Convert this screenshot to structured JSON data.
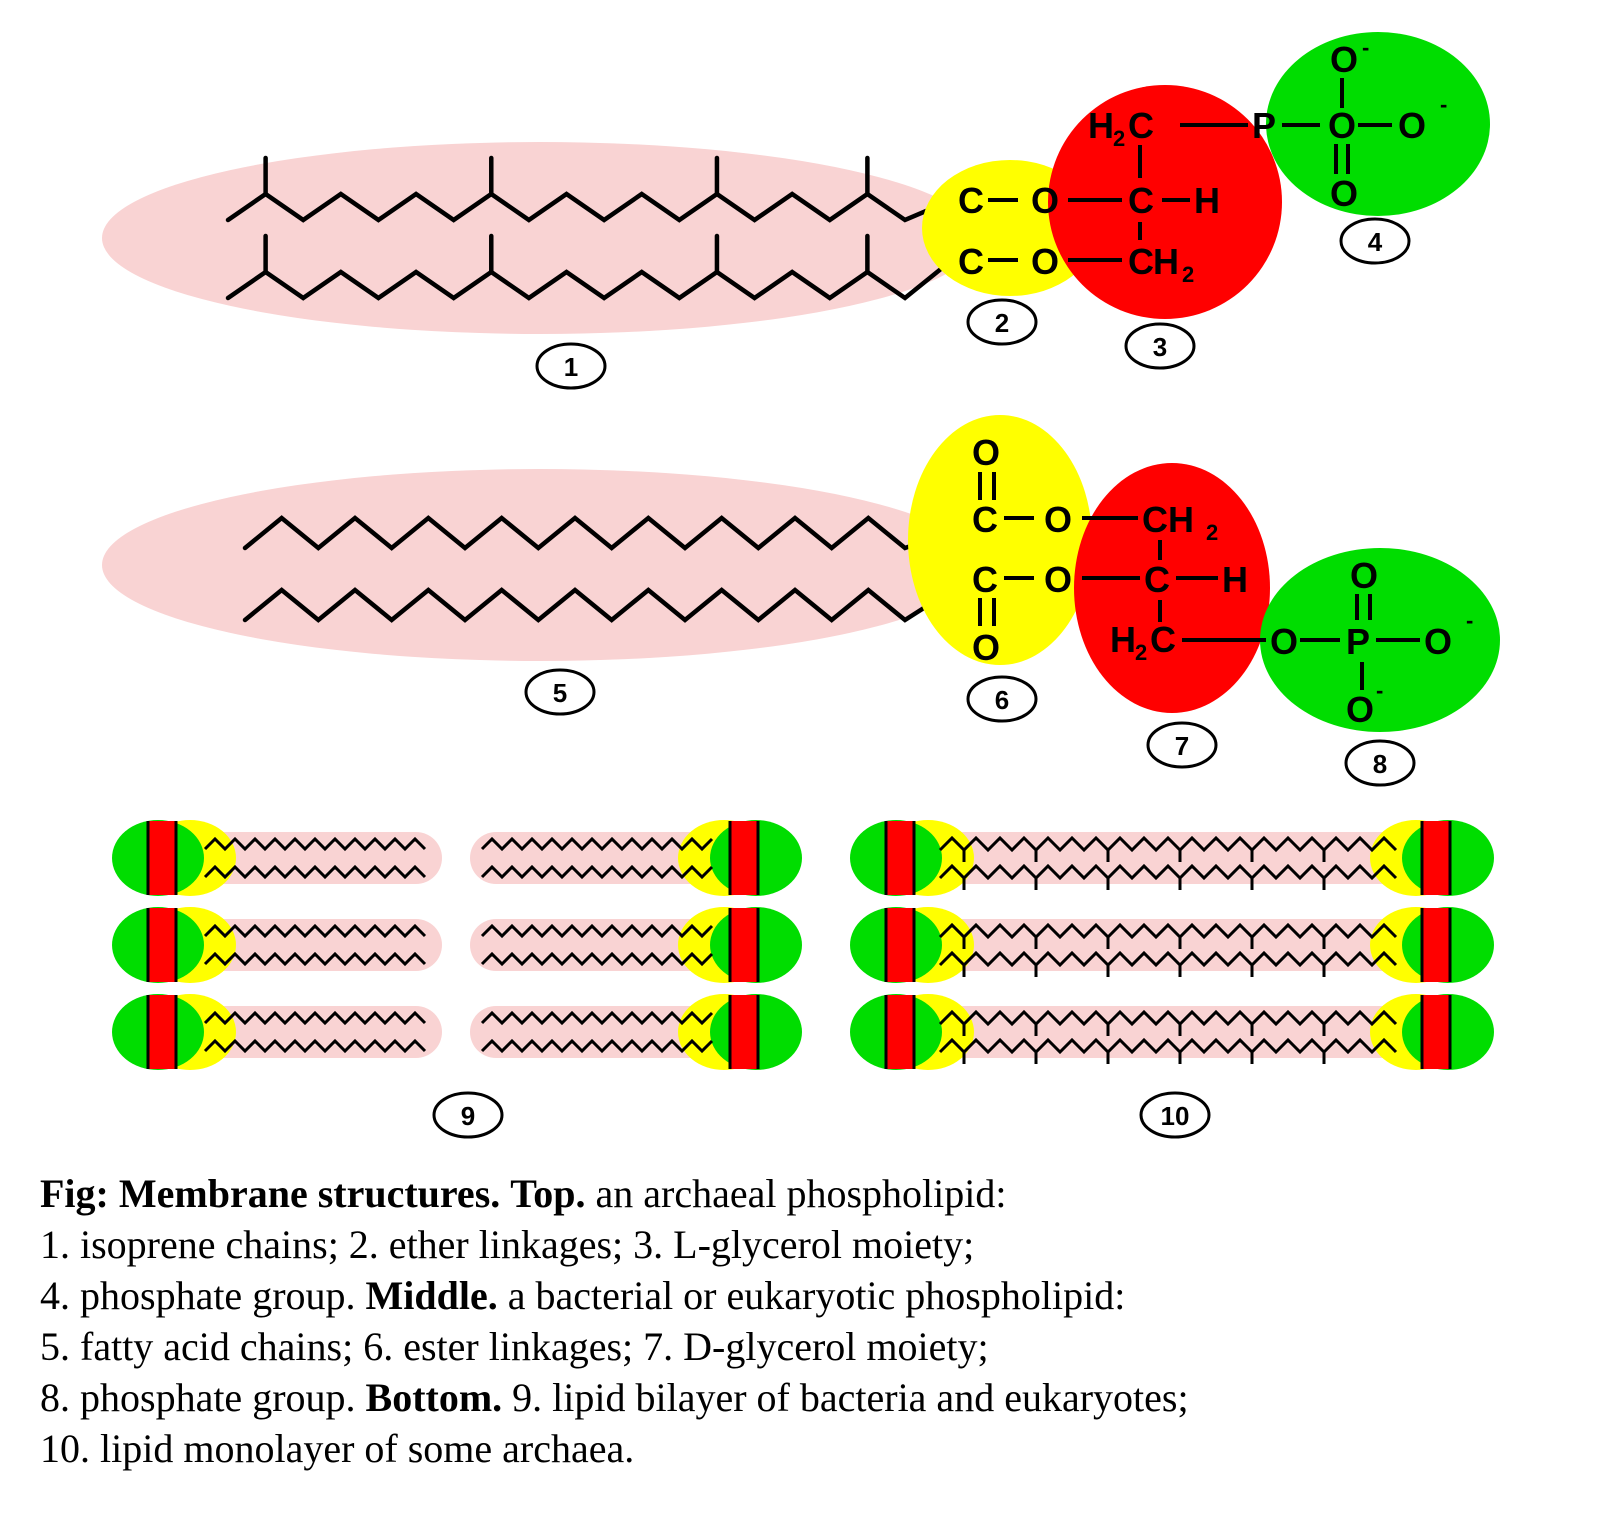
{
  "colors": {
    "tail": "#f9d3d3",
    "linkage": "#ffff00",
    "glycerol": "#ff0000",
    "phosphate": "#00dd00",
    "stroke": "#000000"
  },
  "top": {
    "ether_1": [
      "C",
      "O"
    ],
    "ether_2": [
      "C",
      "O"
    ],
    "glycerol": [
      "H",
      "C",
      "C",
      "H",
      "C",
      "H"
    ],
    "glycerol_sub": [
      "2",
      "2"
    ],
    "phosphate": [
      "O",
      "P",
      "O",
      "O",
      "O"
    ],
    "charge": [
      "-",
      "-"
    ],
    "labels": [
      "1",
      "2",
      "3",
      "4"
    ]
  },
  "middle": {
    "ester": [
      "O",
      "C",
      "O",
      "C",
      "O",
      "O"
    ],
    "glycerol": [
      "CH",
      "C",
      "H",
      "H",
      "C"
    ],
    "glycerol_sub": [
      "2",
      "2"
    ],
    "phosphate": [
      "O",
      "O",
      "P",
      "O",
      "O"
    ],
    "charge": [
      "-",
      "-"
    ],
    "labels": [
      "5",
      "6",
      "7",
      "8"
    ]
  },
  "bottom": {
    "labels": [
      "9",
      "10"
    ]
  },
  "caption": {
    "l1_b1": "Fig: Membrane structures.",
    "l1_b2": "Top.",
    "l1_t": "an archaeal phospholipid:",
    "l2": "1. isoprene chains; 2. ether linkages; 3. L-glycerol moiety;",
    "l3_t1": "4. phosphate group.",
    "l3_b": "Middle.",
    "l3_t2": "a bacterial or eukaryotic phospholipid:",
    "l4": "5. fatty acid chains; 6. ester linkages; 7. D-glycerol moiety;",
    "l5_t1": "8. phosphate group.",
    "l5_b": "Bottom.",
    "l5_t2": "9. lipid bilayer of bacteria and eukaryotes;",
    "l6": "10. lipid monolayer of some archaea."
  }
}
